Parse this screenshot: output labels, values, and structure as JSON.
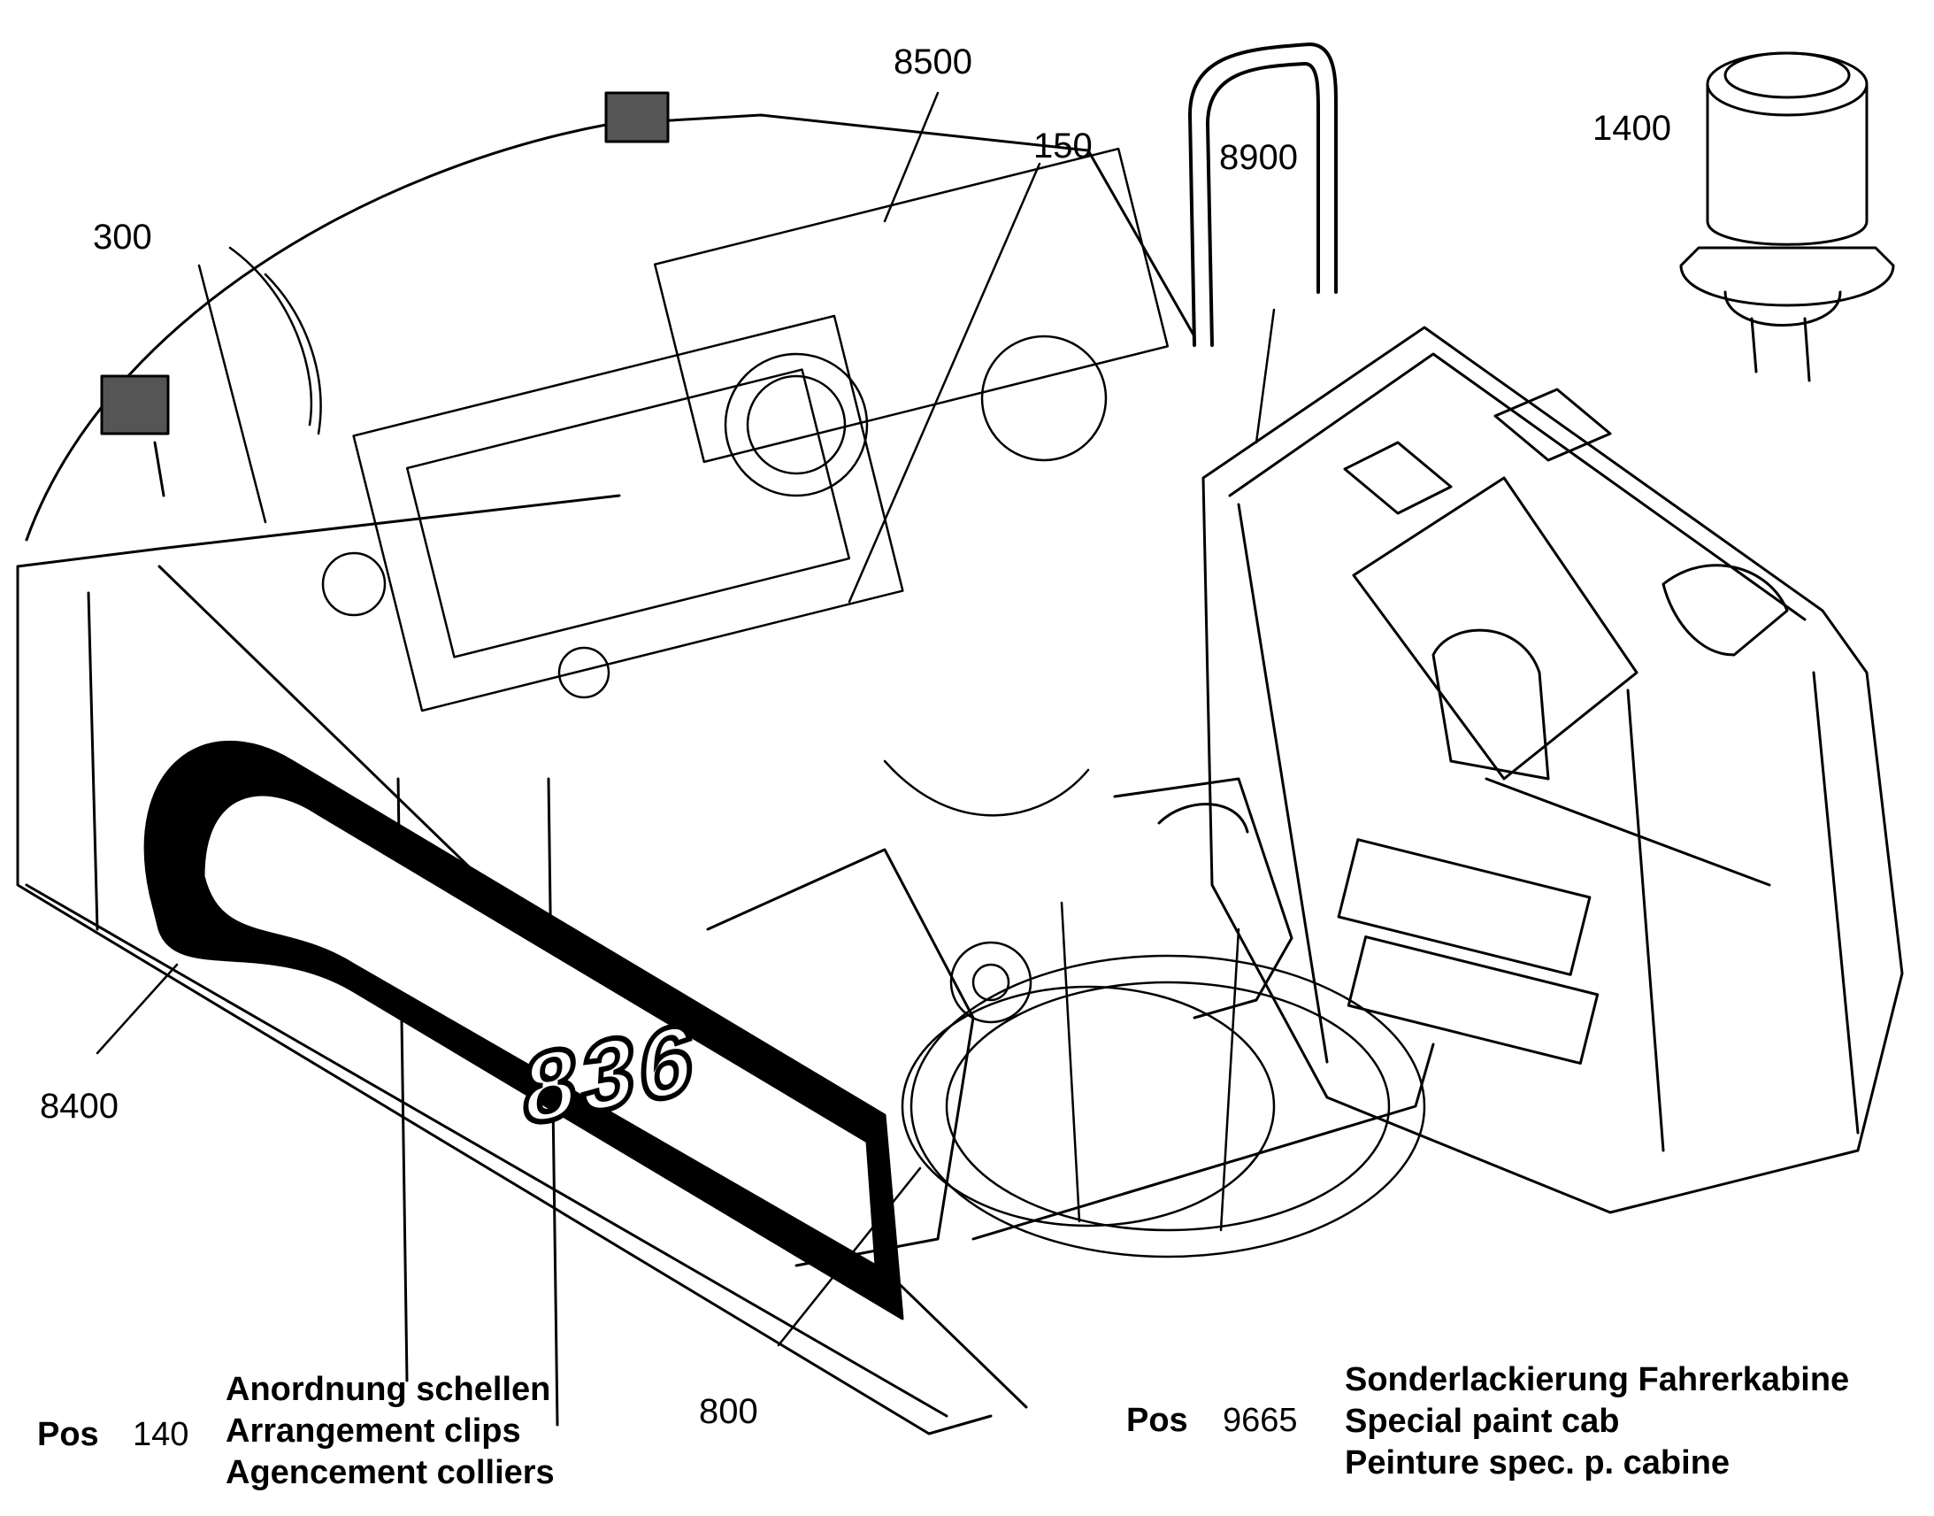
{
  "callouts": {
    "p8500": "8500",
    "p150": "150",
    "p8900": "8900",
    "p1400": "1400",
    "p300": "300",
    "p8400": "8400",
    "p800": "800"
  },
  "model_badge": "836",
  "footer_left": {
    "pos_label": "Pos",
    "pos_number": "140",
    "lines": [
      "Anordnung schellen",
      "Arrangement clips",
      "Agencement colliers"
    ]
  },
  "footer_right": {
    "pos_label": "Pos",
    "pos_number": "9665",
    "lines": [
      "Sonderlackierung Fahrerkabine",
      "Special paint cab",
      "Peinture spec. p. cabine"
    ]
  }
}
